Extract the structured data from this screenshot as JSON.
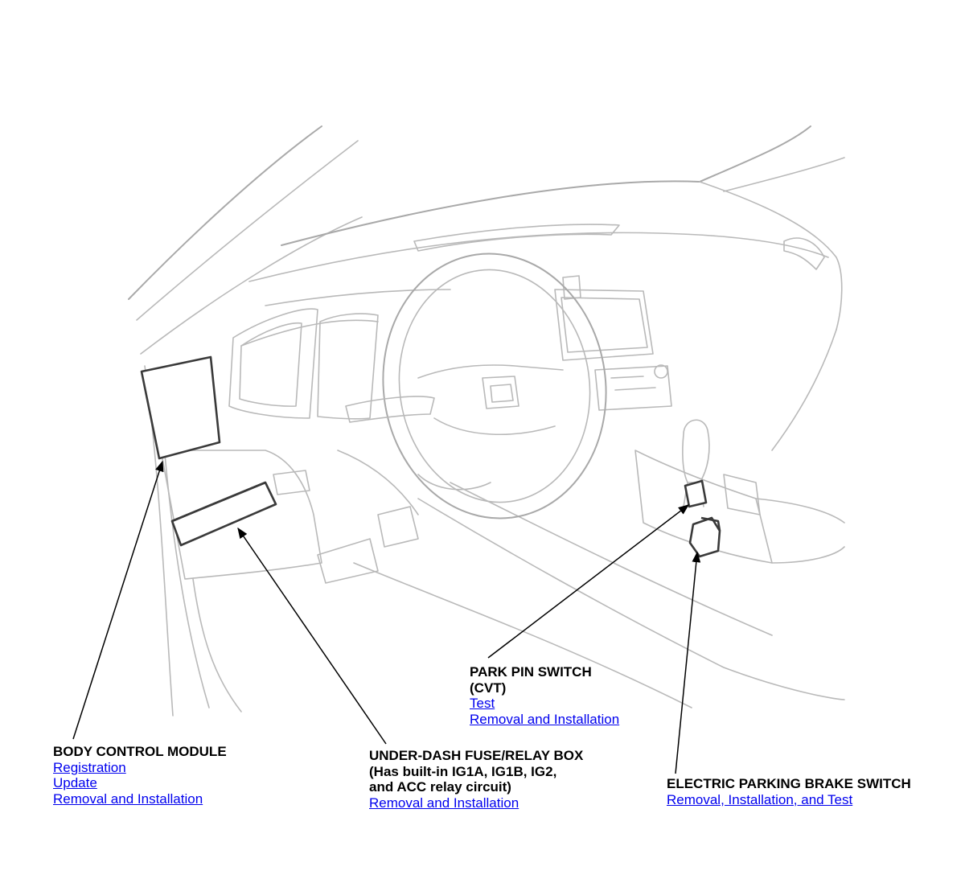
{
  "callouts": {
    "body_control_module": {
      "title": "BODY CONTROL MODULE",
      "links": [
        "Registration",
        "Update",
        "Removal and Installation"
      ]
    },
    "under_dash_fuse_relay_box": {
      "title_line1": "UNDER-DASH FUSE/RELAY BOX",
      "title_line2": "(Has built-in IG1A, IG1B, IG2,",
      "title_line3": "and ACC relay circuit)",
      "links": [
        "Removal and Installation"
      ]
    },
    "park_pin_switch": {
      "title_line1": "PARK PIN SWITCH",
      "title_line2": "(CVT)",
      "links": [
        "Test",
        "Removal and Installation"
      ]
    },
    "electric_parking_brake_switch": {
      "title": "ELECTRIC PARKING BRAKE SWITCH",
      "links": [
        "Removal, Installation, and Test"
      ]
    }
  },
  "colors": {
    "link": "#0000ee",
    "outline": "#b9b9b9",
    "part": "#3a3a3a",
    "leader": "#000000"
  }
}
